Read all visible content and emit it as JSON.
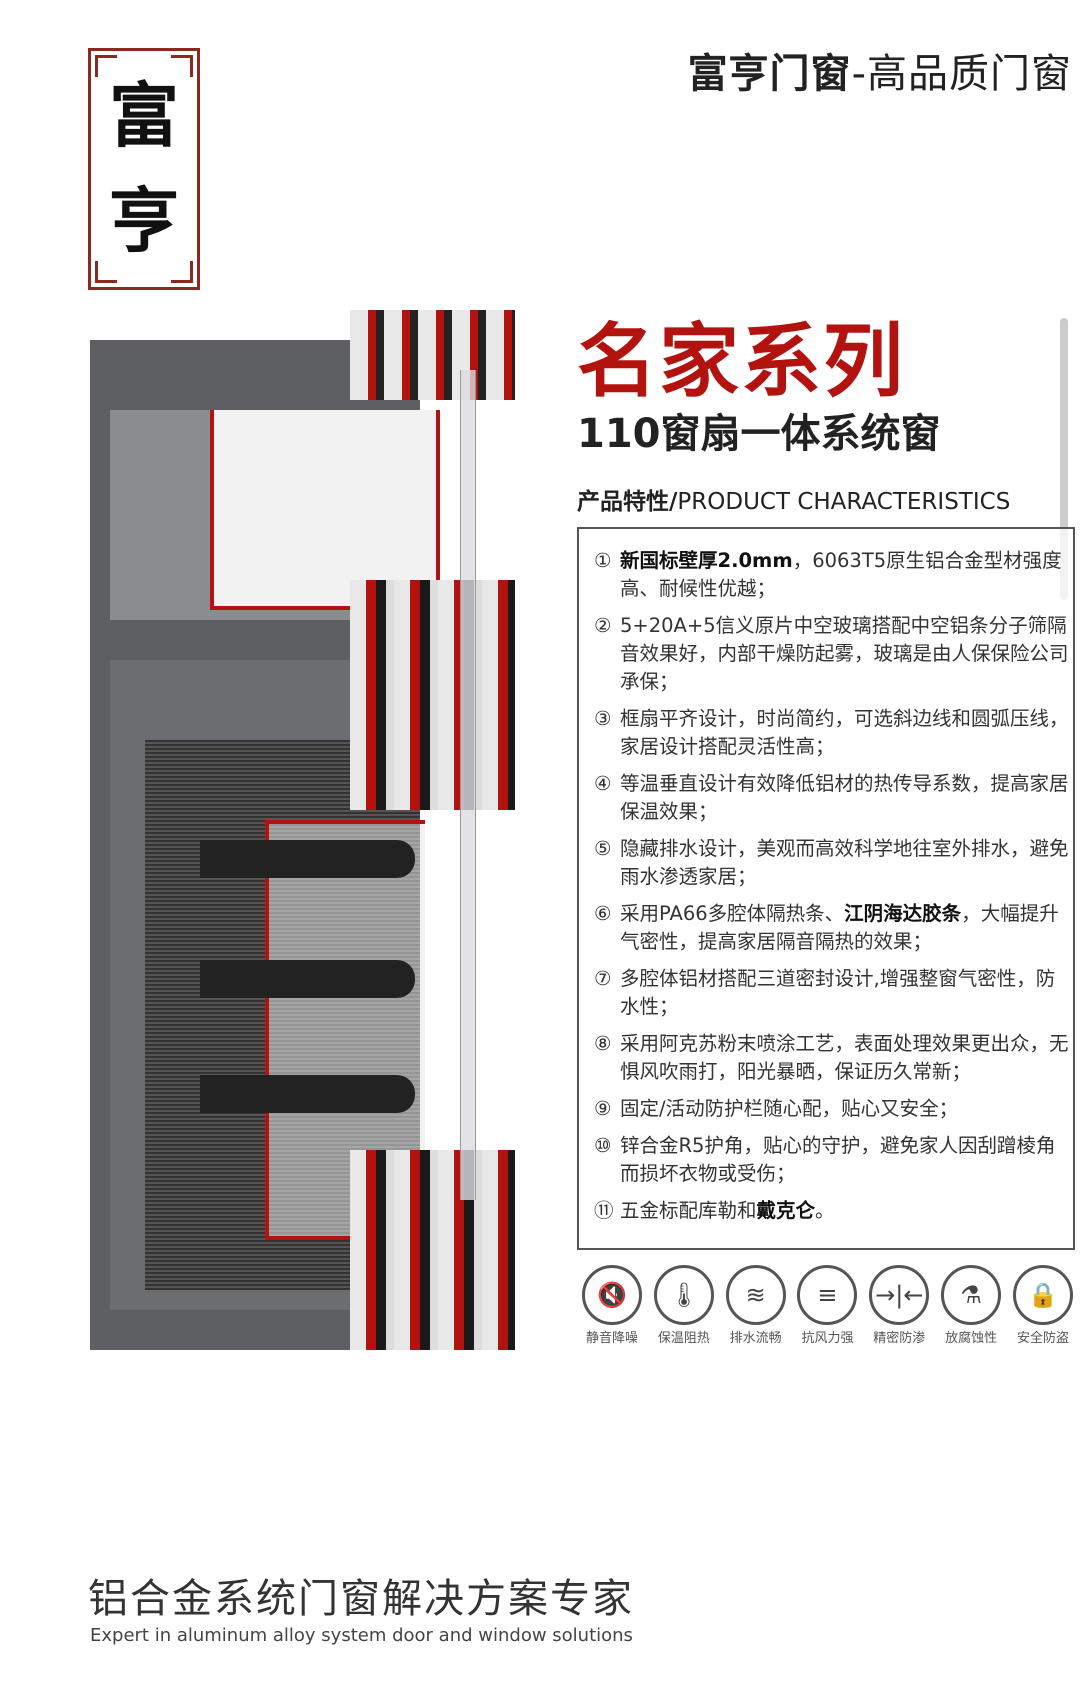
{
  "logo": {
    "chars": [
      "富",
      "亨"
    ]
  },
  "brand": {
    "name": "富亨门窗",
    "tagline": "-高品质门窗"
  },
  "series_title": "名家系列",
  "subtitle": "110窗扇一体系统窗",
  "section": {
    "title_cn": "产品特性/",
    "title_en": "PRODUCT CHARACTERISTICS"
  },
  "features": [
    {
      "num": "①",
      "bold": "新国标壁厚2.0mm",
      "text": "，6063T5原生铝合金型材强度高、耐候性优越；",
      "after": ""
    },
    {
      "num": "②",
      "bold": "",
      "text": "5+20A+5信义原片中空玻璃搭配中空铝条分子筛隔音效果好，内部干燥防起雾，玻璃是由人保保险公司承保；",
      "after": ""
    },
    {
      "num": "③",
      "bold": "",
      "text": "框扇平齐设计，时尚简约，可选斜边线和圆弧压线，家居设计搭配灵活性高；",
      "after": ""
    },
    {
      "num": "④",
      "bold": "",
      "text": "等温垂直设计有效降低铝材的热传导系数，提高家居保温效果；",
      "after": ""
    },
    {
      "num": "⑤",
      "bold": "",
      "text": "隐藏排水设计，美观而高效科学地往室外排水，避免雨水渗透家居；",
      "after": ""
    },
    {
      "num": "⑥",
      "pre": "采用PA66多腔体隔热条、",
      "bold": "江阴海达胶条",
      "text": "",
      "after": "，大幅提升气密性，提高家居隔音隔热的效果；"
    },
    {
      "num": "⑦",
      "bold": "",
      "text": "多腔体铝材搭配三道密封设计,增强整窗气密性，防水性；",
      "after": ""
    },
    {
      "num": "⑧",
      "bold": "",
      "text": "采用阿克苏粉末喷涂工艺，表面处理效果更出众，无惧风吹雨打，阳光暴晒，保证历久常新；",
      "after": ""
    },
    {
      "num": "⑨",
      "bold": "",
      "text": "固定/活动防护栏随心配，贴心又安全；",
      "after": ""
    },
    {
      "num": "⑩",
      "bold": "",
      "text": "锌合金R5护角，贴心的守护，避免家人因刮蹭棱角而损坏衣物或受伤；",
      "after": ""
    },
    {
      "num": "⑪",
      "pre": "五金标配库勒和",
      "bold": "戴克仑",
      "text": "",
      "after": "。"
    }
  ],
  "icons": [
    {
      "icon": "mute-speaker-icon",
      "glyph": "🔇",
      "label": "静音降噪"
    },
    {
      "icon": "thermometer-icon",
      "glyph": "🌡",
      "label": "保温阻热"
    },
    {
      "icon": "water-waves-icon",
      "glyph": "≋",
      "label": "排水流畅"
    },
    {
      "icon": "wind-icon",
      "glyph": "≡",
      "label": "抗风力强"
    },
    {
      "icon": "seal-arrows-icon",
      "glyph": "→|←",
      "label": "精密防渗"
    },
    {
      "icon": "corrosion-icon",
      "glyph": "⚗",
      "label": "放腐蚀性"
    },
    {
      "icon": "shield-lock-icon",
      "glyph": "🔒",
      "label": "安全防盗"
    }
  ],
  "footer": {
    "cn": "铝合金系统门窗解决方案专家",
    "en": "Expert in aluminum alloy system door and window solutions"
  }
}
